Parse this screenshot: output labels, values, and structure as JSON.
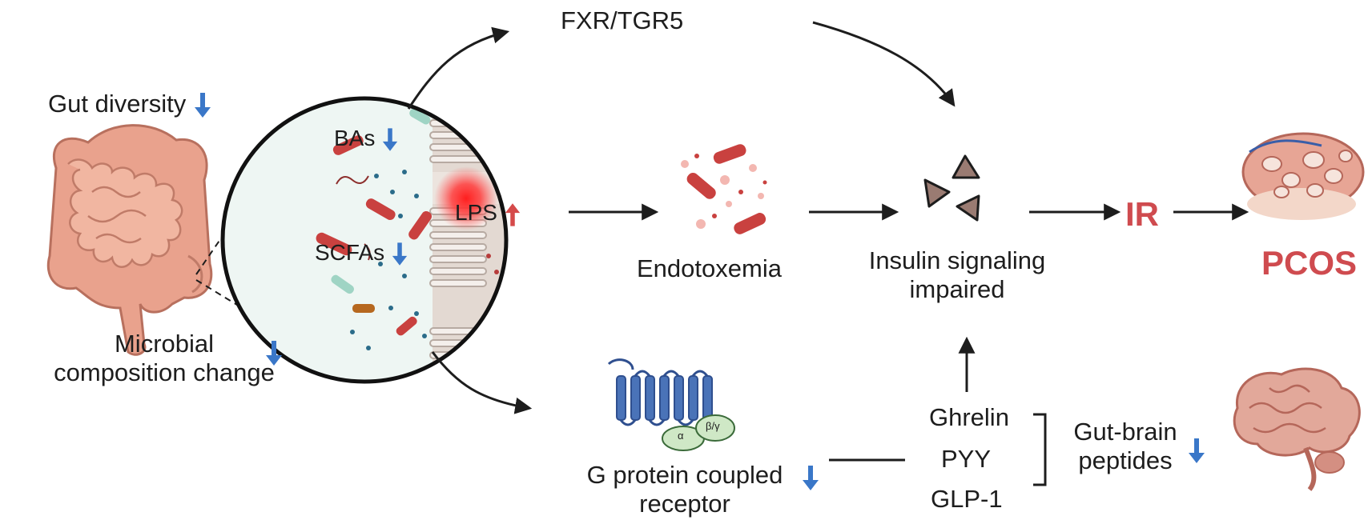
{
  "labels": {
    "gut_diversity": "Gut diversity",
    "microbial_line1": "Microbial",
    "microbial_line2": "composition change",
    "bas": "BAs",
    "lps": "LPS",
    "scfas": "SCFAs",
    "fxr_tgr5": "FXR/TGR5",
    "endotoxemia": "Endotoxemia",
    "insulin_line1": "Insulin signaling",
    "insulin_line2": "impaired",
    "ir": "IR",
    "pcos": "PCOS",
    "gpcr_line1": "G protein coupled",
    "gpcr_line2": "receptor",
    "ghrelin": "Ghrelin",
    "pyy": "PYY",
    "glp1": "GLP-1",
    "gutbrain_line1": "Gut-brain",
    "gutbrain_line2": "peptides",
    "g_alpha": "α",
    "g_betagamma": "β/γ"
  },
  "colors": {
    "down_arrow": "#3a77c8",
    "up_arrow": "#d54a4a",
    "accent_red": "#cf4b4f",
    "text": "#1d1d1d",
    "receptor_blue": "#4a73b8",
    "g_protein_green": "#cfe8c6",
    "tissue": "#d9cdc5",
    "triangle": "#9a7b72"
  },
  "icons": [
    "intestine-icon",
    "microbiome-magnifier",
    "bacteria-icon",
    "gpcr-icon",
    "ovary-icon",
    "brain-icon",
    "triangle-molecules-icon",
    "down-arrow-icon",
    "up-arrow-icon"
  ]
}
